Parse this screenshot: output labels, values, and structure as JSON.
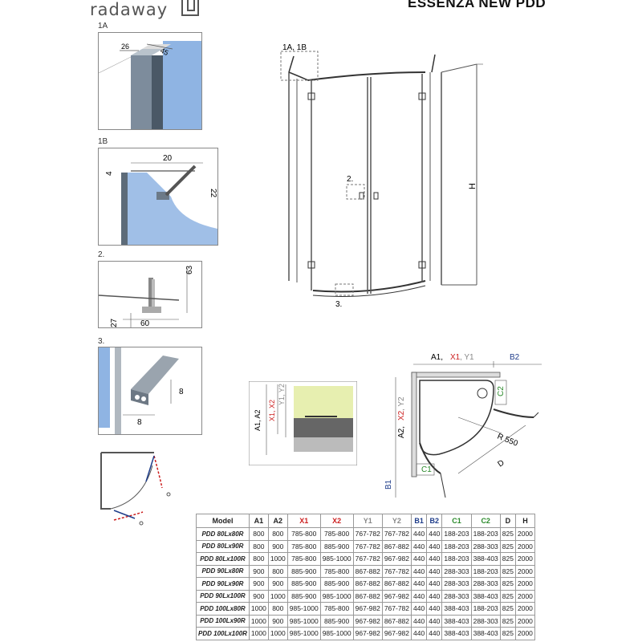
{
  "header": {
    "brand": "radaway",
    "product": "ESSENZA NEW PDD"
  },
  "details": {
    "d1a": {
      "label": "1A",
      "dims": [
        "26",
        "45"
      ]
    },
    "d1b": {
      "label": "1B",
      "dims": [
        "20",
        "4",
        "22"
      ]
    },
    "d2": {
      "label": "2.",
      "dims": [
        "63",
        "27",
        "60"
      ]
    },
    "d3": {
      "label": "3.",
      "dims": [
        "8",
        "8"
      ]
    }
  },
  "main_drawing": {
    "callouts": [
      "1A, 1B",
      "2.",
      "3."
    ],
    "height_label": "H"
  },
  "side_section": {
    "a_label": "A1, A2",
    "x_label": "X1, X2",
    "y_label": "Y1, Y2"
  },
  "plan": {
    "top_a": "A1, ",
    "top_x": "X1",
    "top_y": ", Y1",
    "top_b": "B2",
    "left_a": "A2, ",
    "left_x": "X2",
    "left_y": ", Y2",
    "left_b": "B1",
    "c1": "C1",
    "c2": "C2",
    "radius": "R 550",
    "d": "D"
  },
  "table": {
    "headers": [
      "Model",
      "A1",
      "A2",
      "X1",
      "X2",
      "Y1",
      "Y2",
      "B1",
      "B2",
      "C1",
      "C2",
      "D",
      "H"
    ],
    "rows": [
      [
        "PDD 80Lx80R",
        "800",
        "800",
        "785-800",
        "785-800",
        "767-782",
        "767-782",
        "440",
        "440",
        "188-203",
        "188-203",
        "825",
        "2000"
      ],
      [
        "PDD 80Lx90R",
        "800",
        "900",
        "785-800",
        "885-900",
        "767-782",
        "867-882",
        "440",
        "440",
        "188-203",
        "288-303",
        "825",
        "2000"
      ],
      [
        "PDD 80Lx100R",
        "800",
        "1000",
        "785-800",
        "985-1000",
        "767-782",
        "967-982",
        "440",
        "440",
        "188-203",
        "388-403",
        "825",
        "2000"
      ],
      [
        "PDD 90Lx80R",
        "900",
        "800",
        "885-900",
        "785-800",
        "867-882",
        "767-782",
        "440",
        "440",
        "288-303",
        "188-203",
        "825",
        "2000"
      ],
      [
        "PDD 90Lx90R",
        "900",
        "900",
        "885-900",
        "885-900",
        "867-882",
        "867-882",
        "440",
        "440",
        "288-303",
        "288-303",
        "825",
        "2000"
      ],
      [
        "PDD 90Lx100R",
        "900",
        "1000",
        "885-900",
        "985-1000",
        "867-882",
        "967-982",
        "440",
        "440",
        "288-303",
        "388-403",
        "825",
        "2000"
      ],
      [
        "PDD 100Lx80R",
        "1000",
        "800",
        "985-1000",
        "785-800",
        "967-982",
        "767-782",
        "440",
        "440",
        "388-403",
        "188-203",
        "825",
        "2000"
      ],
      [
        "PDD 100Lx90R",
        "1000",
        "900",
        "985-1000",
        "885-900",
        "967-982",
        "867-882",
        "440",
        "440",
        "388-403",
        "288-303",
        "825",
        "2000"
      ],
      [
        "PDD 100Lx100R",
        "1000",
        "1000",
        "985-1000",
        "985-1000",
        "967-982",
        "967-982",
        "440",
        "440",
        "388-403",
        "388-403",
        "825",
        "2000"
      ]
    ]
  },
  "colors": {
    "red": "#cc1f1f",
    "green": "#2b8a2b",
    "blue": "#1f3d8a",
    "glass": "#8fb4e3"
  }
}
